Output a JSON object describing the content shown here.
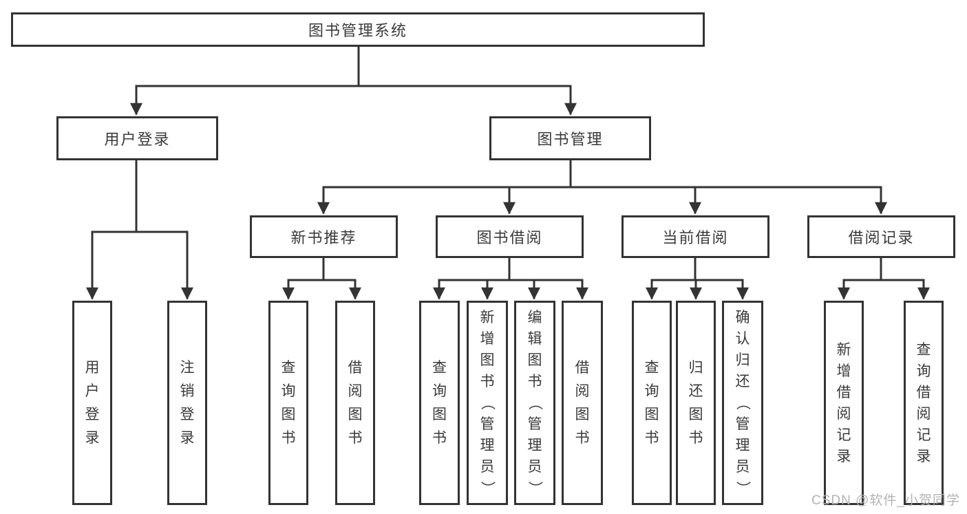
{
  "diagram": {
    "root": {
      "label": "图书管理系统"
    },
    "branches": [
      {
        "label": "用户登录",
        "children": [
          {
            "label": "用户登录"
          },
          {
            "label": "注销登录"
          }
        ]
      },
      {
        "label": "图书管理",
        "children": [
          {
            "label": "新书推荐",
            "children": [
              {
                "label": "查询图书"
              },
              {
                "label": "借阅图书"
              }
            ]
          },
          {
            "label": "图书借阅",
            "children": [
              {
                "label": "查询图书"
              },
              {
                "label": "新增图书（管理员）"
              },
              {
                "label": "编辑图书（管理员）"
              },
              {
                "label": "借阅图书"
              }
            ]
          },
          {
            "label": "当前借阅",
            "children": [
              {
                "label": "查询图书"
              },
              {
                "label": "归还图书"
              },
              {
                "label": "确认归还（管理员）"
              }
            ]
          },
          {
            "label": "借阅记录",
            "children": [
              {
                "label": "新增借阅记录"
              },
              {
                "label": "查询借阅记录"
              }
            ]
          }
        ]
      }
    ],
    "line_color": "#333333",
    "watermark": "CSDN @软件_小贺同学"
  }
}
